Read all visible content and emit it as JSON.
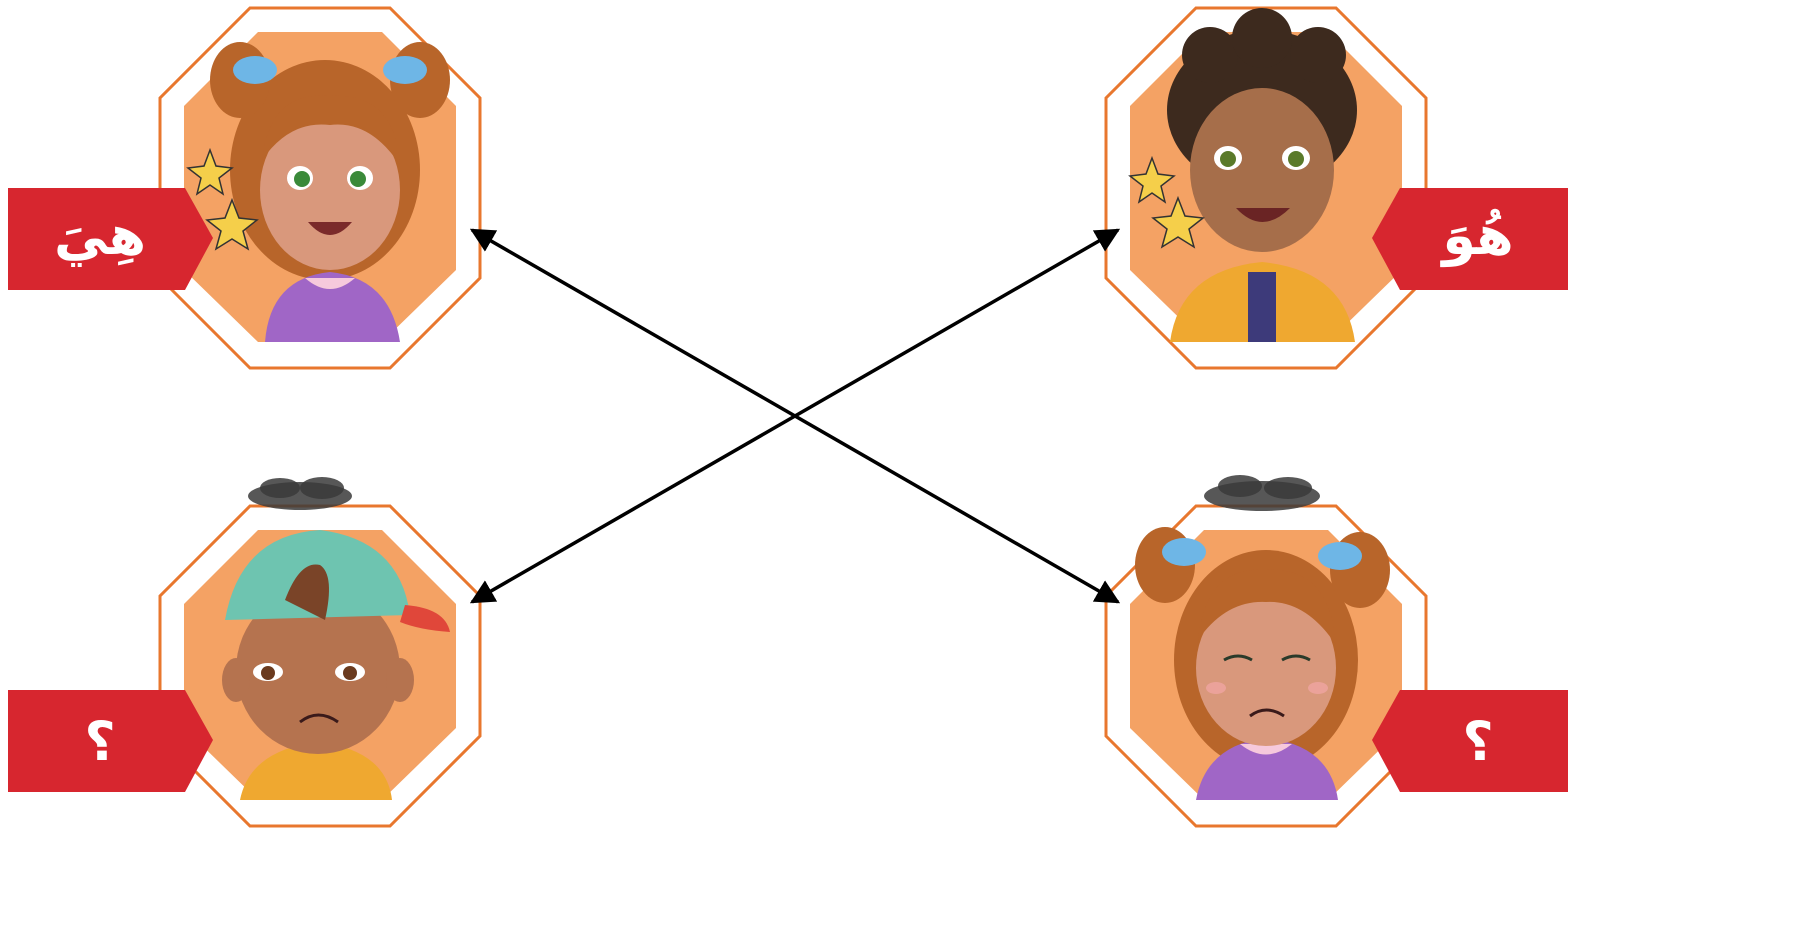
{
  "cards": {
    "top_left": {
      "label": "هِيَ",
      "character": "girl-happy-with-stars-icon"
    },
    "top_right": {
      "label": "هُوَ",
      "character": "boy-happy-with-stars-icon"
    },
    "bottom_left": {
      "label": "؟",
      "character": "boy-sad-with-cloud-icon"
    },
    "bottom_right": {
      "label": "؟",
      "character": "girl-sad-with-cloud-icon"
    }
  },
  "connections": [
    {
      "from": "top_left",
      "to": "bottom_right"
    },
    {
      "from": "top_right",
      "to": "bottom_left"
    }
  ],
  "colors": {
    "label_red": "#d7262f",
    "octagon_orange": "#f4a264",
    "octagon_outline": "#e8772e",
    "arrow": "#000000"
  }
}
